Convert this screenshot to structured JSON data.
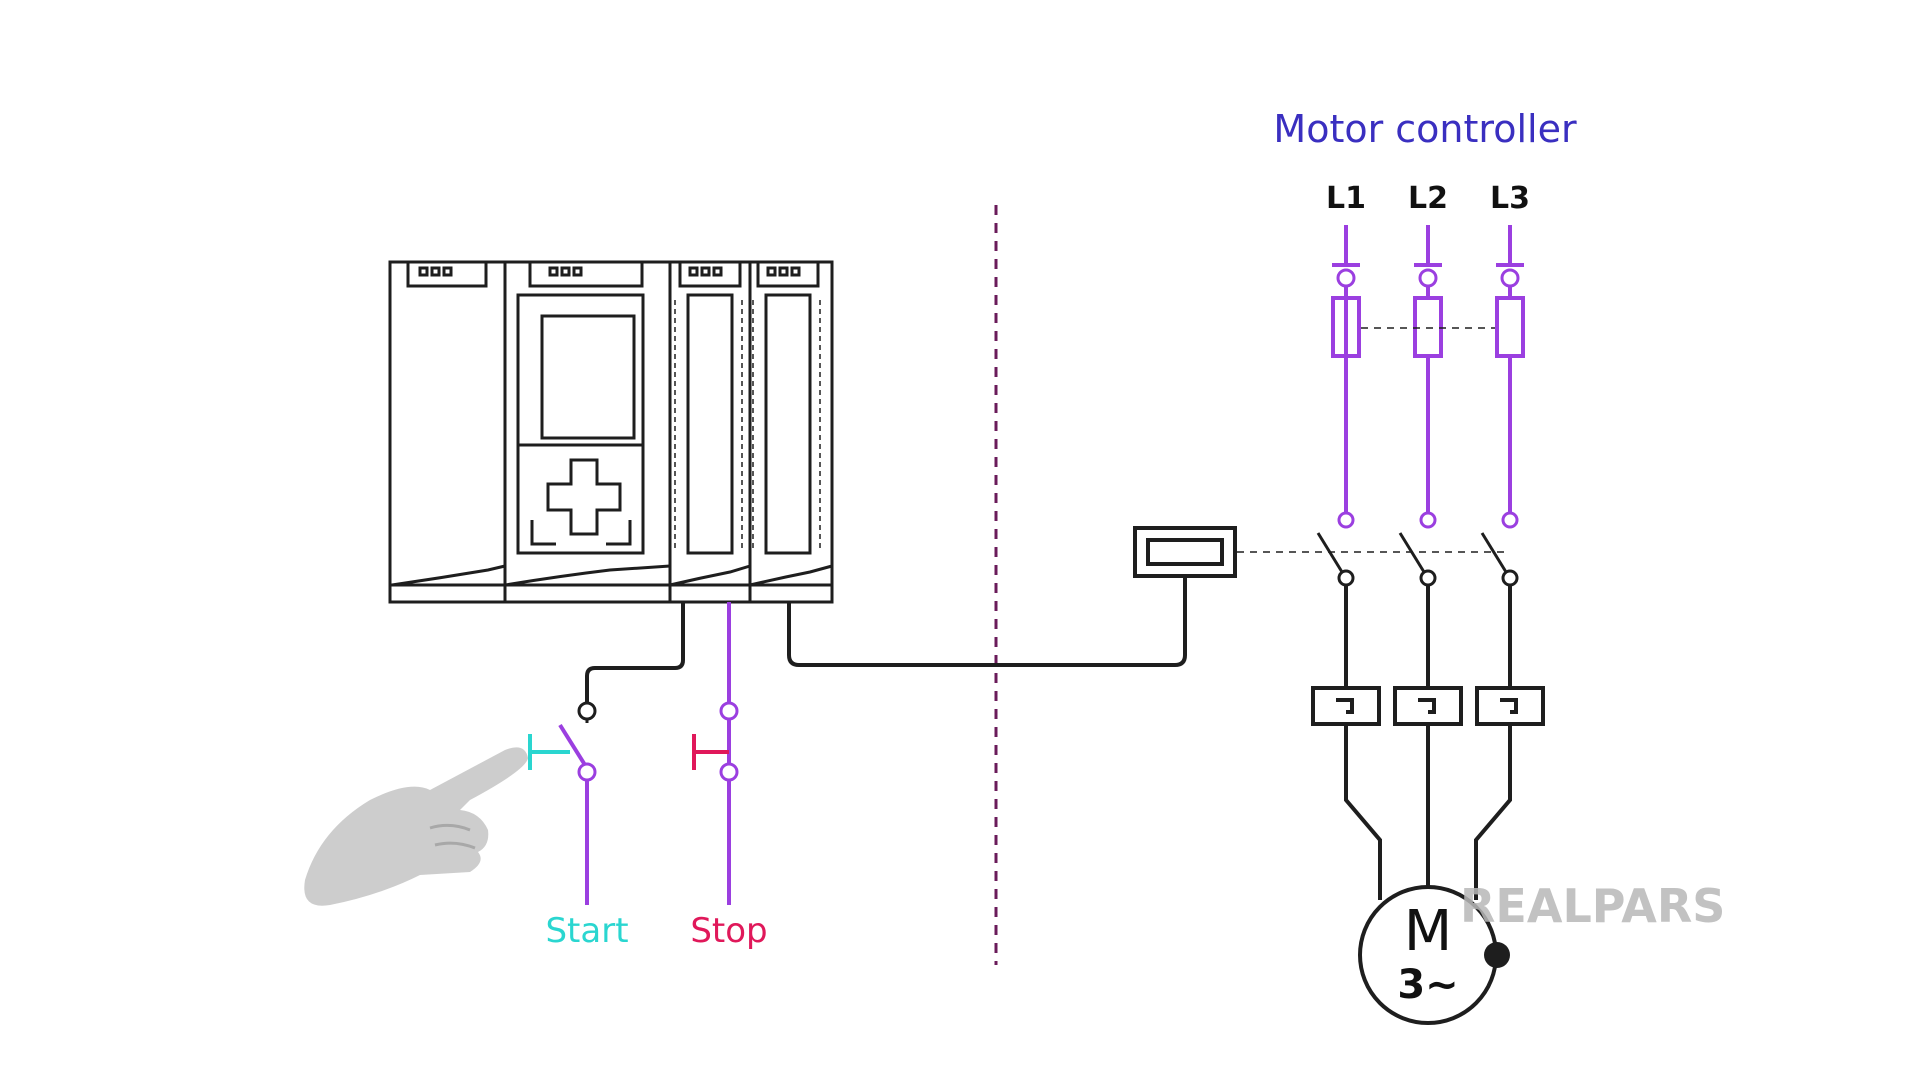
{
  "title": "Motor controller",
  "phases": [
    "L1",
    "L2",
    "L3"
  ],
  "buttons": {
    "start": "Start",
    "stop": "Stop"
  },
  "motor": {
    "letter": "M",
    "phase": "3~"
  },
  "logo": "REALPARS",
  "colors": {
    "title": "#3a2fc0",
    "wire": "#9b3fe0",
    "dark": "#1e1e1e",
    "start": "#2ad6d0",
    "stop": "#e0185a",
    "divider": "#6a1b5a",
    "logo": "#b8b8b8"
  },
  "icons": [
    "plc-rack-icon",
    "pointing-hand-icon",
    "motor-symbol-icon",
    "contactor-coil-icon"
  ]
}
